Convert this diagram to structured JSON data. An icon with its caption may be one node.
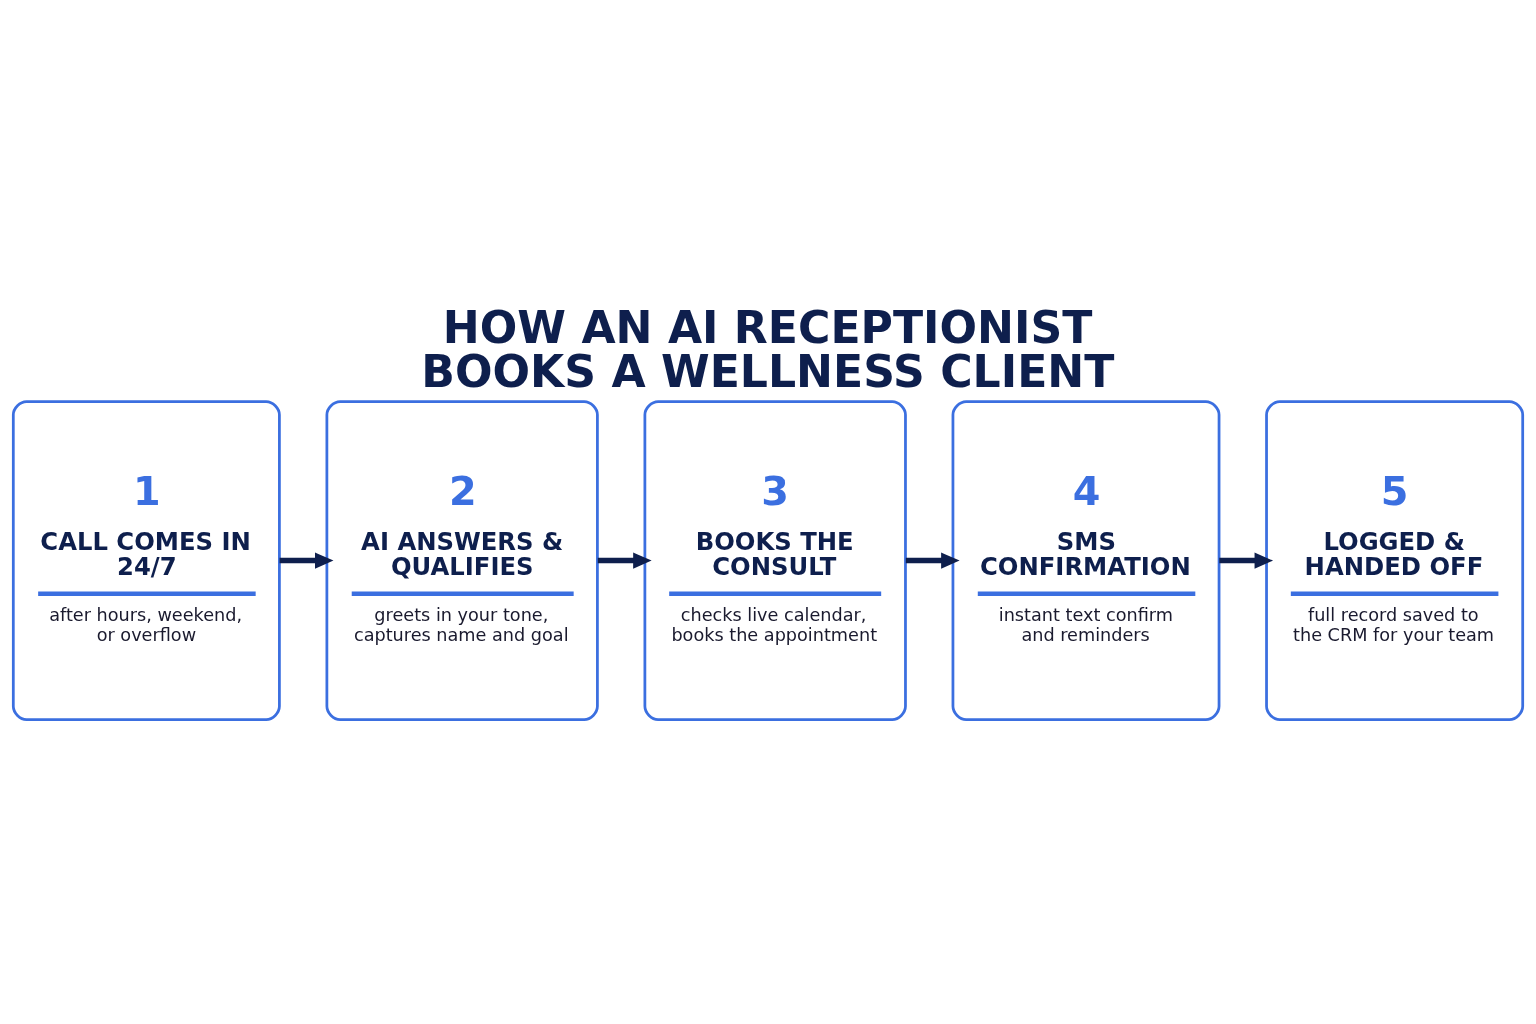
{
  "diagram": {
    "title": "HOW AN AI RECEPTIONIST BOOKS A WELLNESS CLIENT",
    "nodes": [
      {
        "text": [
          "1",
          "CALL COMES IN 24/7",
          "after hours, weekend, or overflow"
        ]
      },
      {
        "text": [
          "2",
          "AI ANSWERS & QUALIFIES",
          "greets in your tone, captures name and goal"
        ]
      },
      {
        "text": [
          "3",
          "BOOKS THE CONSULT",
          "checks live calendar, books the appointment"
        ]
      },
      {
        "text": [
          "4",
          "SMS CONFIRMATION",
          "instant text confirm and reminders"
        ]
      },
      {
        "text": [
          "5",
          "LOGGED & HANDED OFF",
          "full record saved to the CRM for your team"
        ]
      }
    ],
    "edges": [
      {
        "from": 0,
        "to": 1,
        "arrow": "to"
      },
      {
        "from": 1,
        "to": 2,
        "arrow": "to"
      },
      {
        "from": 2,
        "to": 3,
        "arrow": "to"
      },
      {
        "from": 3,
        "to": 4,
        "arrow": "to"
      }
    ]
  }
}
